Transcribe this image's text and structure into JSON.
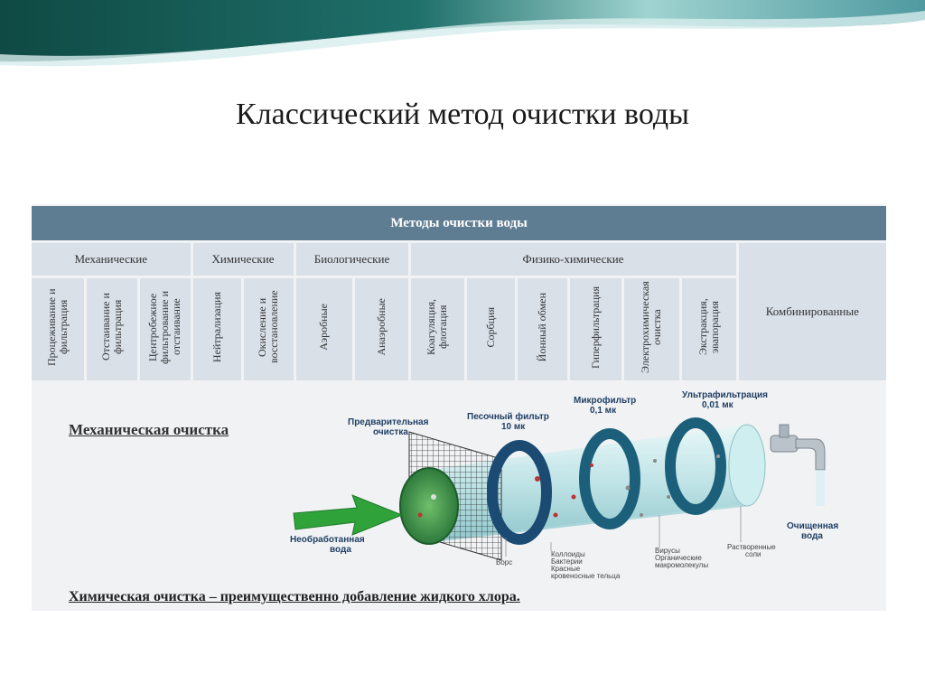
{
  "title": "Классический метод очистки воды",
  "table": {
    "header": "Методы очистки воды",
    "groups": [
      {
        "label": "Механические",
        "items": [
          "Процеживание и фильтрация",
          "Отстаивание и фильтрация",
          "Центробежное фильтрование и отстаивание"
        ]
      },
      {
        "label": "Химические",
        "items": [
          "Нейтрализация",
          "Окисление и восстановление"
        ]
      },
      {
        "label": "Биологические",
        "items": [
          "Аэробные",
          "Анаэробные"
        ]
      },
      {
        "label": "Физико-химические",
        "items": [
          "Коагуляция, флотация",
          "Сорбция",
          "Йонный обмен",
          "Гиперфильтрация",
          "Электрохимическая очистка",
          "Экстракция, эвапорация"
        ]
      }
    ],
    "combined": "Комбинированные"
  },
  "diagram": {
    "mechanical_heading": "Механическая очистка",
    "labels": {
      "pre_filter": [
        "Предварительная",
        "очистка"
      ],
      "sand_filter": [
        "Песочный фильтр",
        "10 мк"
      ],
      "microfilter": [
        "Микрофильтр",
        "0,1 мк"
      ],
      "ultrafiltration": [
        "Ультрафильтрация",
        "0,01 мк"
      ],
      "raw_water": [
        "Необработанная",
        "вода"
      ],
      "clean_water": [
        "Очищенная",
        "вода"
      ],
      "fiber": "Ворс",
      "colloids": [
        "Коллоиды",
        "Бактерии",
        "Красные",
        "кровеносные тельца"
      ],
      "viruses": [
        "Вирусы",
        "Органические",
        "макромолекулы"
      ],
      "dissolved_salts": [
        "Растворенные",
        "соли"
      ]
    },
    "chemical_caption": "Химическая очистка – преимущественно добавление жидкого хлора."
  },
  "colors": {
    "header": "#5f7d92",
    "cells": "#d9e0e8",
    "panel": "#f1f2f4",
    "ring": "#1b4b73",
    "arrow": "#2fa33a"
  }
}
